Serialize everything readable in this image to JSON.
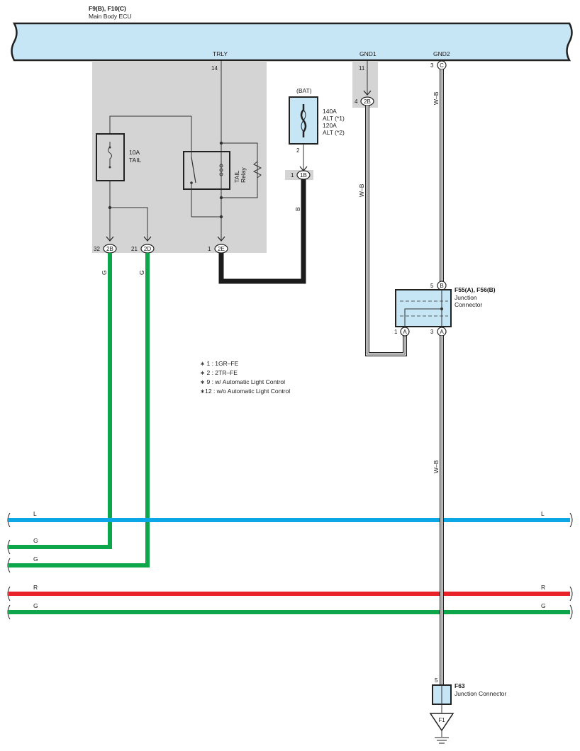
{
  "ecu": {
    "connectors": "F9(B), F10(C)",
    "name": "Main Body ECU"
  },
  "terminals": {
    "trly": "TRLY",
    "gnd1": "GND1",
    "gnd2": "GND2"
  },
  "pins": {
    "trly_pin": "14",
    "gnd1_pin": "11",
    "gnd2_pin": "3",
    "gnd2_conn": "C",
    "jc_2b_upper_pin": "4",
    "jc_2b_upper": "2B",
    "bat_pin_out": "2",
    "bat_jc_pin": "1",
    "bat_jc": "1B",
    "jc_2b_lower_pin": "32",
    "jc_2b_lower": "2B",
    "jc_2d_pin": "21",
    "jc_2d": "2D",
    "jc_2e_pin": "1",
    "jc_2e": "2E",
    "f55_in_pin": "5",
    "f55_in": "B",
    "f55_out1_pin": "1",
    "f55_out1": "A",
    "f55_out2_pin": "3",
    "f55_out2": "A",
    "f63_pin": "5",
    "ground_point": "F1"
  },
  "fuse_tail": {
    "rating": "10A",
    "name": "TAIL"
  },
  "relay": {
    "line1": "TAIL",
    "line2": "Relay"
  },
  "bat_fuse": {
    "header": "(BAT)",
    "line1": "140A",
    "line2": "ALT (*1)",
    "line3": "120A",
    "line4": "ALT (*2)"
  },
  "junction_f55": {
    "title": "F55(A), F56(B)",
    "line1": "Junction",
    "line2": "Connector"
  },
  "junction_f63": {
    "title": "F63",
    "line1": "Junction Connector"
  },
  "wire_colors": {
    "wb_top": "W–B",
    "wb_left": "W–B",
    "wb_bottom": "W–B",
    "b": "B",
    "g_left1": "G",
    "g_left2": "G"
  },
  "bus_wires": [
    {
      "label_left": "L",
      "label_right": "L",
      "color": "#0aa6e6"
    },
    {
      "label_left": "G",
      "label_right": "",
      "color": "#0ea64b"
    },
    {
      "label_left": "G",
      "label_right": "",
      "color": "#0ea64b"
    },
    {
      "label_left": "R",
      "label_right": "R",
      "color": "#e8232a"
    },
    {
      "label_left": "G",
      "label_right": "G",
      "color": "#0ea64b"
    }
  ],
  "notes": [
    "∗ 1 : 1GR–FE",
    "∗ 2 : 2TR–FE",
    "∗ 9 : w/ Automatic Light Control",
    "∗12 : w/o Automatic Light Control"
  ]
}
